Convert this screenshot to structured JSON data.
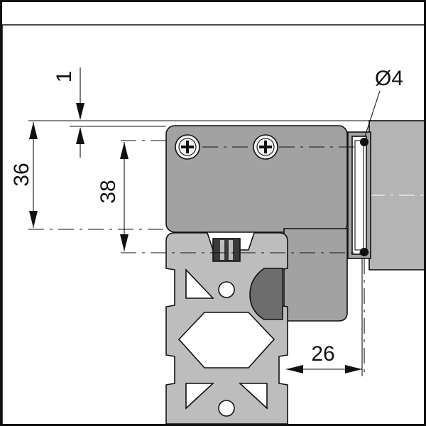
{
  "diagram": {
    "colors": {
      "bracket": "#a2a2a2",
      "profile": "#bdbdbd",
      "shaft": "#b4b4b4",
      "slot_insert": "#6d6d6d",
      "ink": "#111111"
    },
    "dimensions": {
      "gap": "1",
      "height_left": "36",
      "height_inner": "38",
      "width_offset": "26",
      "diameter": "Ø4"
    },
    "icons": [
      "screw-icon",
      "screw-icon"
    ]
  }
}
